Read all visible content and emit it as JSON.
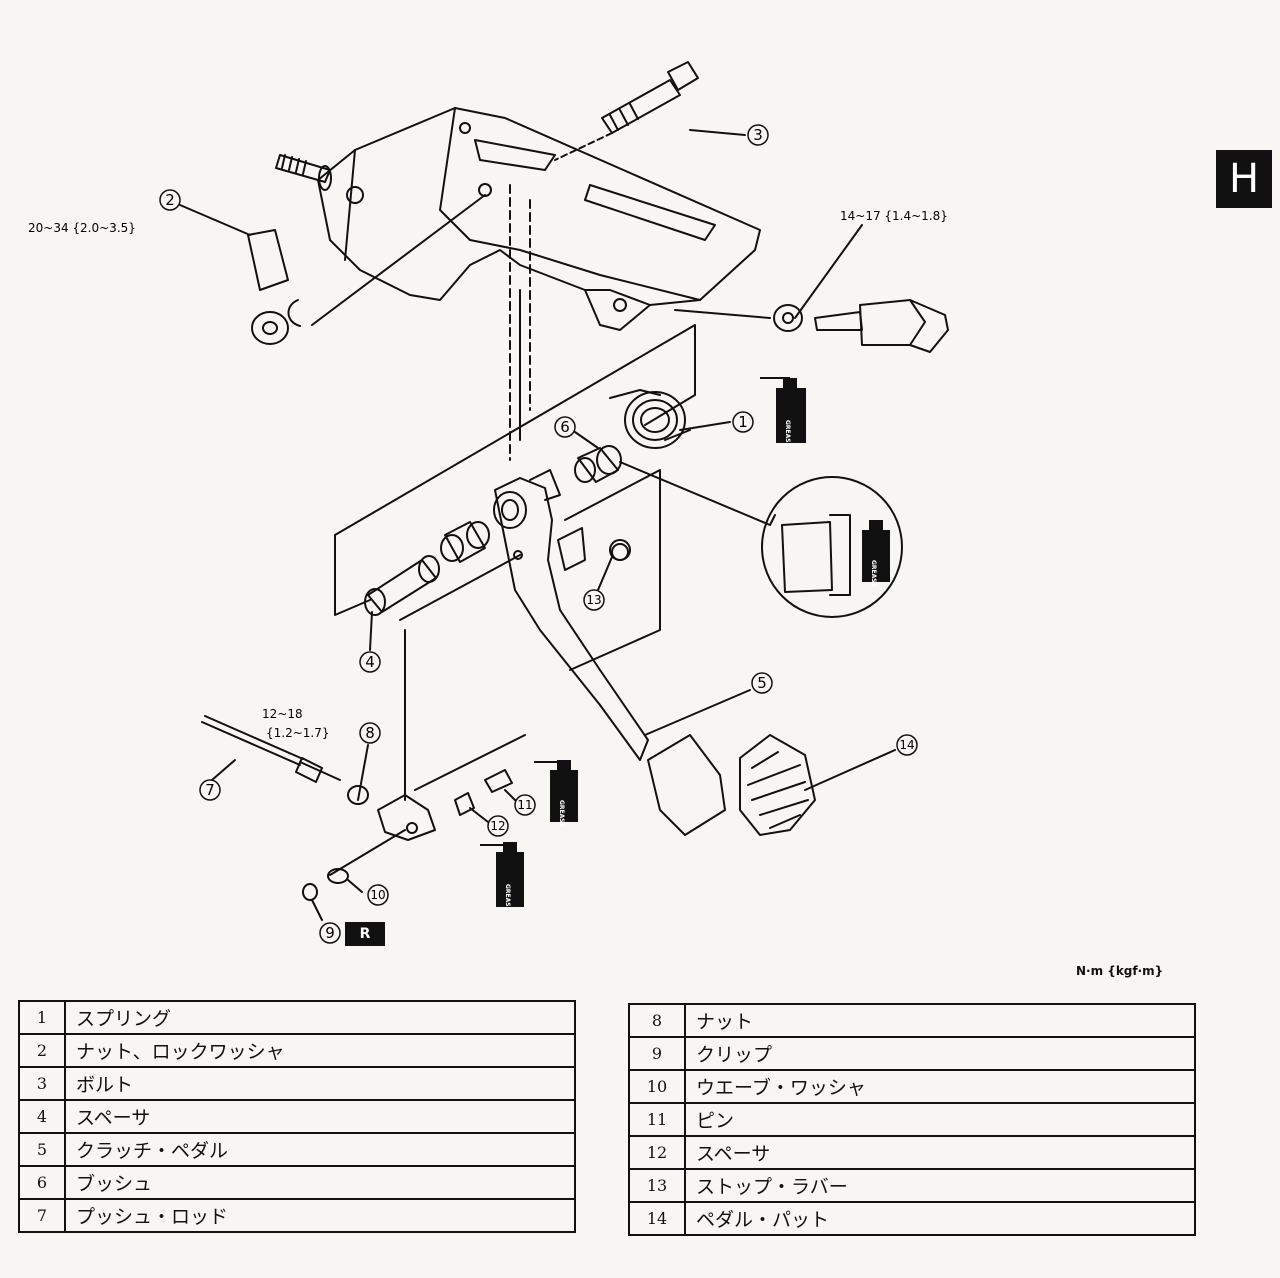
{
  "section_tab": "H",
  "unit_note": "N·m {kgf·m}",
  "torques": {
    "nut_2": "20~34 {2.0~3.5}",
    "switch": "14~17 {1.4~1.8}",
    "rod_line1": "12~18",
    "rod_line2": "{1.2~1.7}"
  },
  "callouts": [
    "1",
    "2",
    "3",
    "4",
    "5",
    "6",
    "7",
    "8",
    "9",
    "10",
    "11",
    "12",
    "13",
    "14"
  ],
  "replace_badge": "R",
  "grease_label": "GREASE",
  "parts_left": [
    {
      "no": "1",
      "name": "スプリング"
    },
    {
      "no": "2",
      "name": "ナット、ロックワッシャ"
    },
    {
      "no": "3",
      "name": "ボルト"
    },
    {
      "no": "4",
      "name": "スペーサ"
    },
    {
      "no": "5",
      "name": "クラッチ・ペダル"
    },
    {
      "no": "6",
      "name": "ブッシュ"
    },
    {
      "no": "7",
      "name": "プッシュ・ロッド"
    }
  ],
  "parts_right": [
    {
      "no": "8",
      "name": "ナット"
    },
    {
      "no": "9",
      "name": "クリップ"
    },
    {
      "no": "10",
      "name": "ウエーブ・ワッシャ"
    },
    {
      "no": "11",
      "name": "ピン"
    },
    {
      "no": "12",
      "name": "スペーサ"
    },
    {
      "no": "13",
      "name": "ストップ・ラバー"
    },
    {
      "no": "14",
      "name": "ペダル・パット"
    }
  ]
}
